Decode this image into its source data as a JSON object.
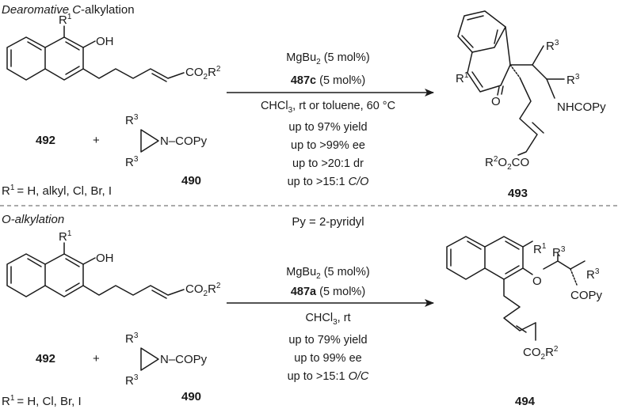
{
  "sections": {
    "top_title_italic": "Dearomative C",
    "top_title_rest": "-alkylation",
    "bottom_title": "O-alkylation"
  },
  "compounds": {
    "naphthol": "492",
    "aziridine": "490",
    "dearomatized_product": "493",
    "ether_product": "494"
  },
  "atoms": {
    "R1": "R",
    "sup1": "1",
    "R2": "R",
    "sup2": "2",
    "R3": "R",
    "sup3": "3",
    "OH": "OH",
    "O": "O",
    "ester": "CO",
    "ester_sub": "2",
    "N_COPy": "N–COPy",
    "NHCOPy": "NHCOPy",
    "COPy": "COPy",
    "plus": "+"
  },
  "r1_definitions": {
    "top": "= H, alkyl, Cl, Br, I",
    "bottom": "= H, Cl, Br, I"
  },
  "reaction_top": {
    "catalyst_main": "MgBu",
    "catalyst_sub": "2",
    "catalyst_loading": " (5 mol%)",
    "ligand_id": "487c",
    "ligand_loading": " (5 mol%)",
    "solvent_a": "CHCl",
    "solvent_sub": "3",
    "solvent_b": ", rt or toluene, 60 °C",
    "yield": "up to 97% yield",
    "ee": "up to >99% ee",
    "dr": "up to >20:1 dr",
    "ratio_prefix": "up to >15:1 ",
    "ratio_italic": "C/O"
  },
  "reaction_bottom": {
    "catalyst_main": "MgBu",
    "catalyst_sub": "2",
    "catalyst_loading": " (5 mol%)",
    "ligand_id": "487a",
    "ligand_loading": " (5 mol%)",
    "solvent_a": "CHCl",
    "solvent_sub": "3",
    "solvent_b": ", rt",
    "yield": "up to 79% yield",
    "ee": "up to 99% ee",
    "ratio_prefix": "up to >15:1 ",
    "ratio_italic": "O/C"
  },
  "py_definition": "Py = 2-pyridyl"
}
